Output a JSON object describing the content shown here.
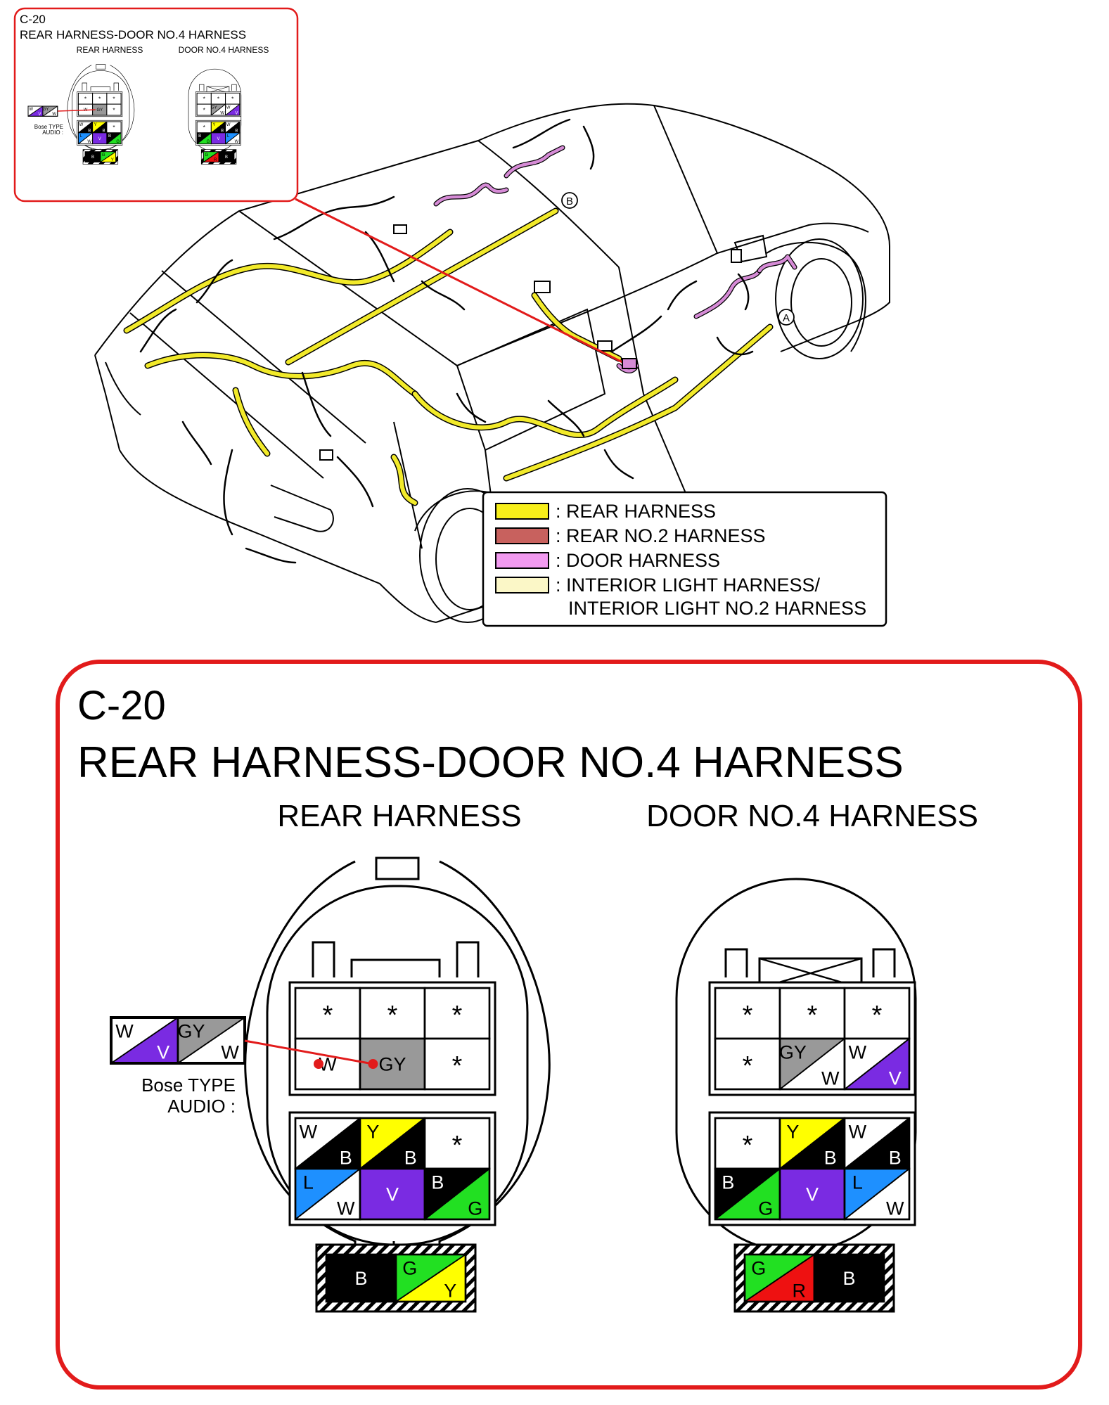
{
  "small_box": {
    "code": "C-20",
    "title": "REAR HARNESS-DOOR NO.4 HARNESS",
    "left_label": "REAR HARNESS",
    "right_label": "DOOR NO.4 HARNESS",
    "bose_line1": "Bose TYPE",
    "bose_line2": "AUDIO :"
  },
  "main_box": {
    "code": "C-20",
    "title": "REAR HARNESS-DOOR NO.4 HARNESS",
    "left_label": "REAR HARNESS",
    "right_label": "DOOR NO.4 HARNESS",
    "bose_line1": "Bose TYPE",
    "bose_line2": "AUDIO :"
  },
  "callouts": {
    "a": "A",
    "b": "B"
  },
  "legend": [
    {
      "label": ": REAR HARNESS",
      "color": "#f7ef1a"
    },
    {
      "label": ": REAR NO.2 HARNESS",
      "color": "#c8615e"
    },
    {
      "label": ": DOOR HARNESS",
      "color": "#f29af0"
    },
    {
      "label": ": INTERIOR LIGHT HARNESS/",
      "label2": "INTERIOR LIGHT NO.2 HARNESS",
      "color": "#fbf7c7"
    }
  ],
  "colors": {
    "W": "#ffffff",
    "V": "#7a2be2",
    "GY": "#999999",
    "B": "#000000",
    "Y": "#ffff00",
    "L": "#1e90ff",
    "G": "#22e022",
    "R": "#ee1111",
    "box_outline": "#e21b1b",
    "leader": "#e21b1b"
  },
  "bose_chip": [
    {
      "top": "W",
      "bottom": "V"
    },
    {
      "top": "GY",
      "bottom": "W"
    }
  ],
  "rear_harness": {
    "upper_rows": [
      [
        {
          "top": "*"
        },
        {
          "top": "*"
        },
        {
          "top": "*"
        }
      ],
      [
        {
          "top": "W"
        },
        {
          "top": "GY",
          "fill": "GY"
        },
        {
          "top": "*"
        }
      ]
    ],
    "lower_rows": [
      [
        {
          "top": "W",
          "bottom": "B"
        },
        {
          "top": "Y",
          "bottom": "B"
        },
        {
          "top": "*"
        }
      ],
      [
        {
          "top": "L",
          "bottom": "W"
        },
        {
          "top": "V",
          "fill": "V"
        },
        {
          "top": "B",
          "bottom": "G"
        }
      ]
    ],
    "bottom_row": [
      {
        "top": "B",
        "fill": "B"
      },
      {
        "top": "G",
        "bottom": "Y"
      }
    ]
  },
  "door_harness": {
    "upper_rows": [
      [
        {
          "top": "*"
        },
        {
          "top": "*"
        },
        {
          "top": "*"
        }
      ],
      [
        {
          "top": "*"
        },
        {
          "top": "GY",
          "bottom": "W"
        },
        {
          "top": "W",
          "bottom": "V"
        }
      ]
    ],
    "lower_rows": [
      [
        {
          "top": "*"
        },
        {
          "top": "Y",
          "bottom": "B"
        },
        {
          "top": "W",
          "bottom": "B"
        }
      ],
      [
        {
          "top": "B",
          "bottom": "G"
        },
        {
          "top": "V",
          "fill": "V"
        },
        {
          "top": "L",
          "bottom": "W"
        }
      ]
    ],
    "bottom_row": [
      {
        "top": "G",
        "bottom": "R"
      },
      {
        "top": "B",
        "fill": "B"
      }
    ]
  }
}
